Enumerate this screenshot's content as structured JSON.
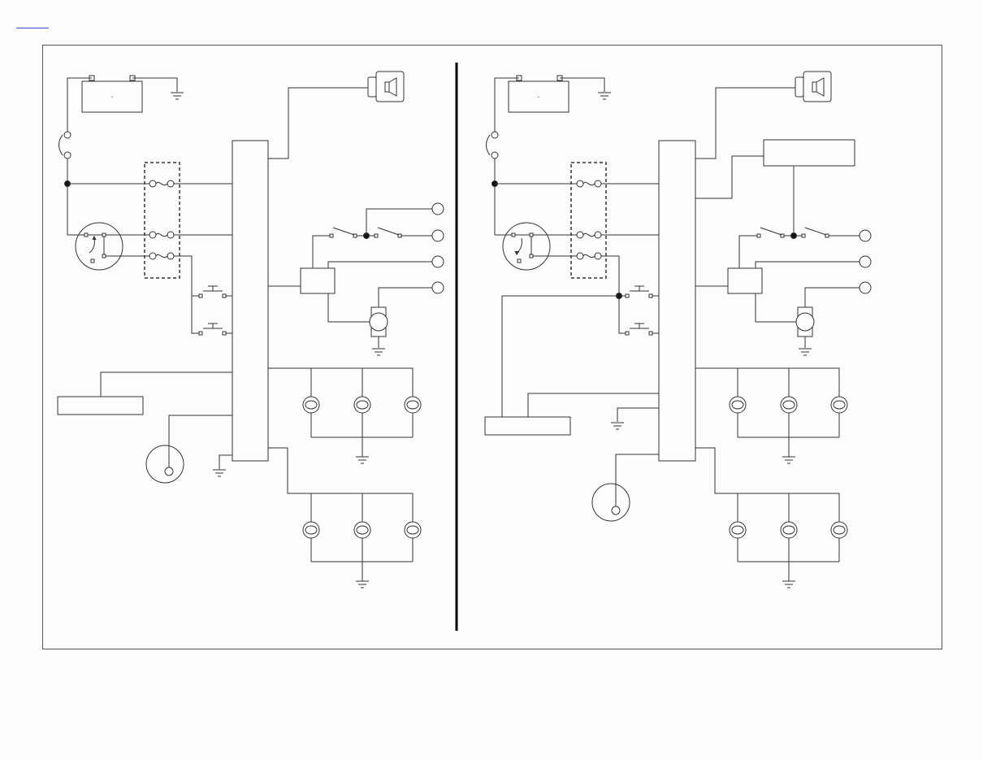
{
  "page": {
    "link_text": "",
    "background": "#fcfcfc",
    "line_color": "#333333",
    "divider_color": "#000000"
  },
  "diagrams": [
    {
      "id": "left",
      "battery_symbol": "·",
      "horn_icon": "speaker-icon",
      "lamp_bank_top_count": 3,
      "lamp_bank_bottom_count": 3,
      "indicator_count": 4,
      "fuse_count": 3,
      "pushbutton_count": 2
    },
    {
      "id": "right",
      "battery_symbol": "·",
      "horn_icon": "speaker-icon",
      "lamp_bank_top_count": 3,
      "lamp_bank_bottom_count": 3,
      "indicator_count": 3,
      "fuse_count": 3,
      "pushbutton_count": 2
    }
  ]
}
